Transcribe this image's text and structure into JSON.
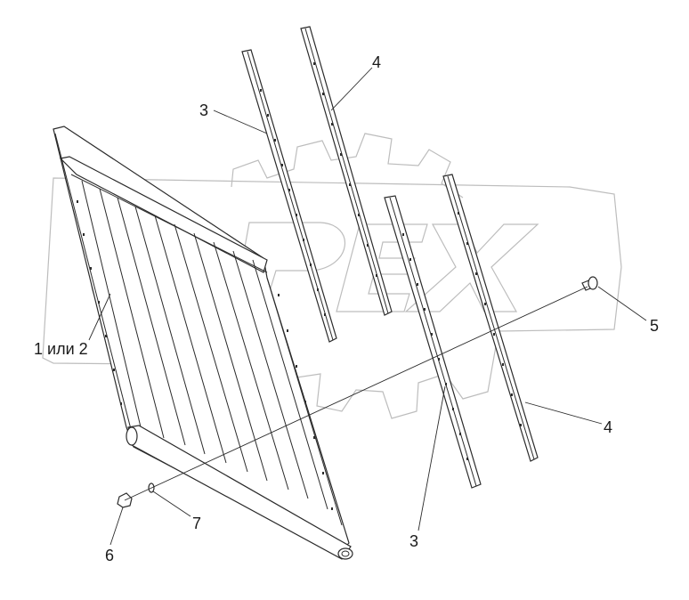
{
  "watermark": {
    "text": "OPEX",
    "color": "#bdbdbd"
  },
  "callouts": {
    "panel": "1 или 2",
    "strip_left_top": "3",
    "strip_right_top": "4",
    "strip_left_bottom": "3",
    "strip_right_bottom": "4",
    "bolt": "5",
    "nut": "6",
    "washer": "7"
  }
}
